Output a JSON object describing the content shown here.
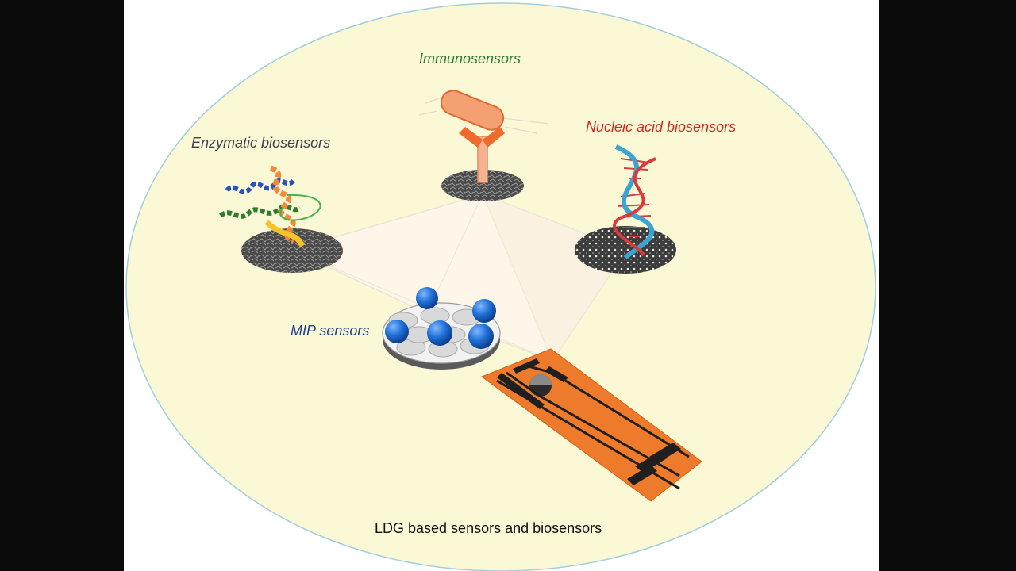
{
  "labels": {
    "immunosensors": "Immunosensors",
    "nucleic_acid": "Nucleic acid biosensors",
    "enzymatic": "Enzymatic biosensors",
    "mip": "MIP sensors"
  },
  "caption": "LDG based sensors and biosensors",
  "colors": {
    "ellipse_fill": "#fbf8d6",
    "ellipse_stroke": "#9ecfe0",
    "immuno_label": "#2f7d31",
    "nucleic_label": "#d7261d",
    "enzymatic_label": "#3b4250",
    "mip_label": "#1f3f8f",
    "electrode": "#f07b2f",
    "mip_sphere": "#1e6fd6"
  },
  "icons": [
    "antibody-icon",
    "dna-helix-icon",
    "enzyme-protein-icon",
    "mip-spheres-icon",
    "graphene-electrode-icon"
  ]
}
